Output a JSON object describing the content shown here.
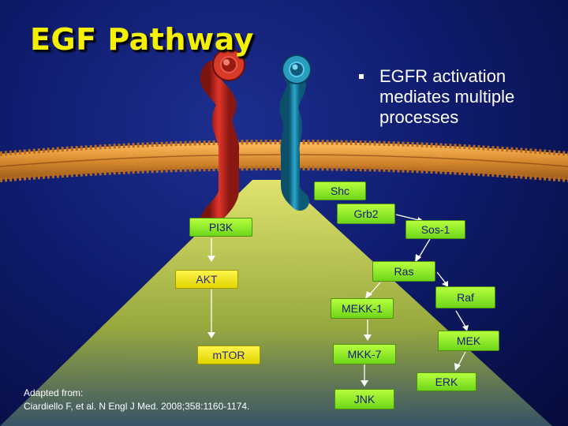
{
  "title": "EGF Pathway",
  "bullet": {
    "text": "EGFR activation mediates multiple processes"
  },
  "nodes": {
    "shc": "Shc",
    "grb2": "Grb2",
    "pi3k": "PI3K",
    "sos1": "Sos-1",
    "ras": "Ras",
    "akt": "AKT",
    "raf": "Raf",
    "mekk1": "MEKK-1",
    "mek": "MEK",
    "mtor": "mTOR",
    "mkk7": "MKK-7",
    "erk": "ERK",
    "jnk": "JNK"
  },
  "citation": {
    "line1": "Adapted from:",
    "line2": "Ciardiello F, et al. N Engl J Med. 2008;358:1160-1174."
  },
  "colors": {
    "title": "#f4f000",
    "receptor_red": "#c8281e",
    "receptor_teal": "#1e8fb0",
    "membrane": "#e09a3c",
    "beam": "#f2f55a"
  }
}
